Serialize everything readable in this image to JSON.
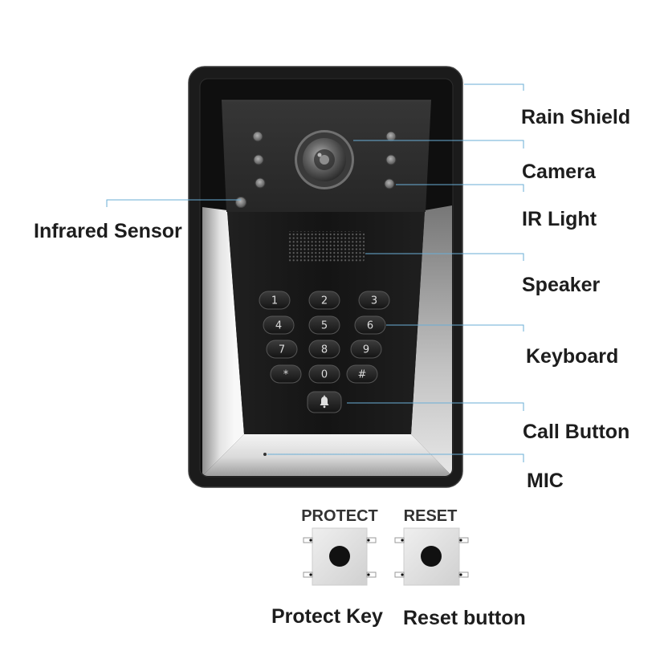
{
  "labels": {
    "rain_shield": "Rain Shield",
    "camera": "Camera",
    "ir_light": "IR Light",
    "speaker": "Speaker",
    "keyboard": "Keyboard",
    "call_button": "Call Button",
    "mic": "MIC",
    "infrared_sensor": "Infrared Sensor"
  },
  "keypad": {
    "keys": [
      "1",
      "2",
      "3",
      "4",
      "5",
      "6",
      "7",
      "8",
      "9",
      "*",
      "0",
      "#"
    ],
    "call_icon": "bell-icon"
  },
  "switches": {
    "protect": {
      "header": "PROTECT",
      "caption": "Protect Key"
    },
    "reset": {
      "header": "RESET",
      "caption": "Reset button"
    }
  },
  "colors": {
    "leader_line": "#6aaed6",
    "label_text": "#1d1d1d",
    "shell": "#1b1b1b",
    "silver": "#e2e2e2"
  }
}
